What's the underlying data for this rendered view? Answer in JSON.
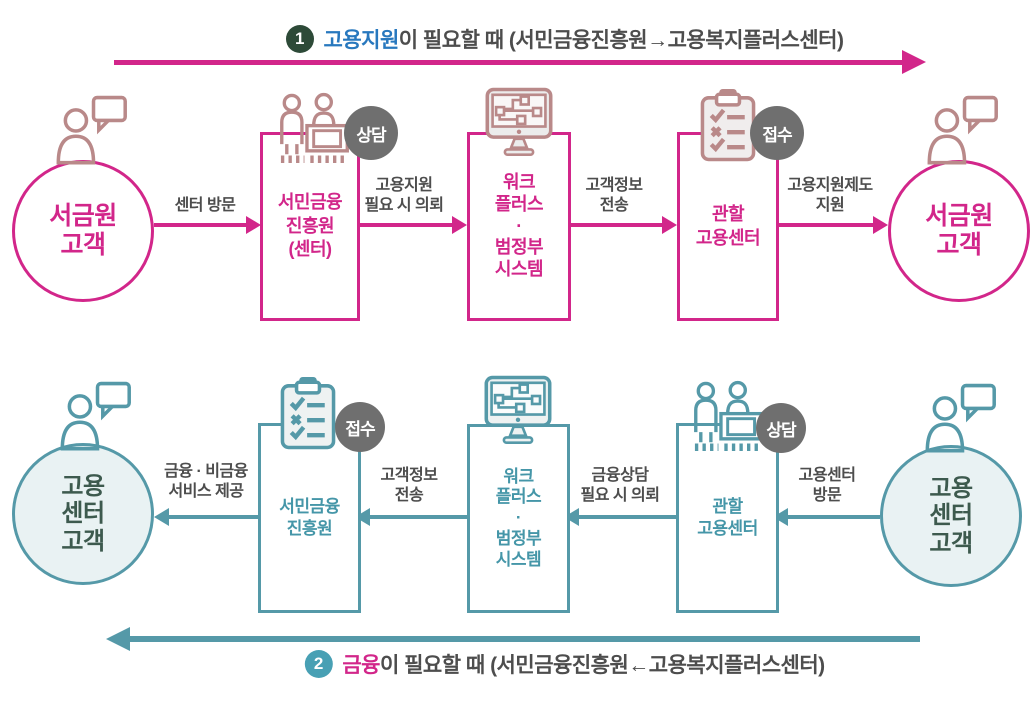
{
  "colors": {
    "magenta": "#d2268a",
    "teal": "#5599a8",
    "rose_icon": "#b98989",
    "badge_gray": "#6f6f6f",
    "title_text": "#4d4d4d",
    "highlight_blue": "#2878be",
    "step1_badge_bg": "#2d4a38",
    "step2_badge_bg": "#48a0b4",
    "bottom_circle_fill": "#e9f2f3",
    "bottom_circle_text": "#3d5a4e",
    "bottom_box_text": "#4596a8"
  },
  "icons": {
    "customer": "person-speech-bubble-icon",
    "counseling": "reception-counter-icon",
    "system": "monitor-flowchart-icon",
    "intake": "clipboard-checklist-icon"
  },
  "flow1": {
    "step_number": "1",
    "title_highlight": "고용지원",
    "title_rest": "이 필요할 때 (서민금융진흥원→고용복지플러스센터)",
    "nodes": {
      "customer_left": "서금원\n고객",
      "kinfa": "서민금융\n진흥원\n(센터)",
      "workplus": "워크\n플러스\n·\n범정부\n시스템",
      "job_center": "관할\n고용센터",
      "customer_right": "서금원\n고객"
    },
    "badges": {
      "kinfa": "상담",
      "job_center": "접수"
    },
    "arrows": [
      "센터 방문",
      "고용지원\n필요 시 의뢰",
      "고객정보\n전송",
      "고용지원제도\n지원"
    ]
  },
  "flow2": {
    "step_number": "2",
    "title_highlight": "금융",
    "title_rest": "이 필요할 때 (서민금융진흥원←고용복지플러스센터)",
    "nodes": {
      "customer_right": "고용\n센터\n고객",
      "job_center": "관할\n고용센터",
      "workplus": "워크\n플러스\n·\n범정부\n시스템",
      "kinfa": "서민금융\n진흥원",
      "customer_left": "고용\n센터\n고객"
    },
    "badges": {
      "job_center": "상담",
      "kinfa": "접수"
    },
    "arrows": [
      "고용센터\n방문",
      "금융상담\n필요 시 의뢰",
      "고객정보\n전송",
      "금융 · 비금융\n서비스 제공"
    ]
  }
}
